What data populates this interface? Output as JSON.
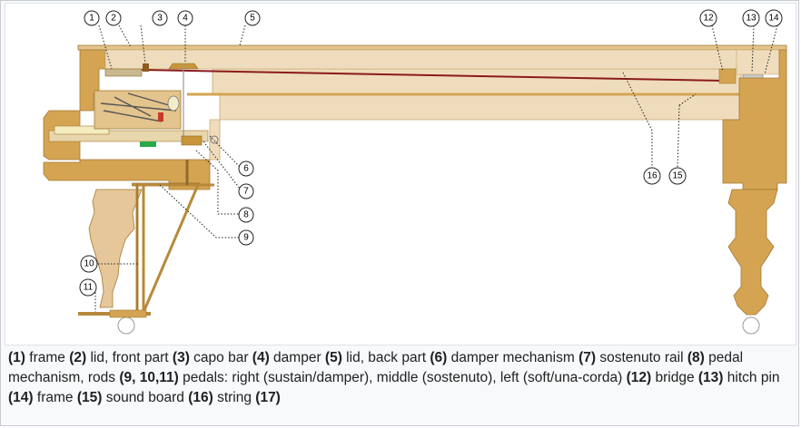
{
  "markers": [
    "1",
    "2",
    "3",
    "4",
    "5",
    "6",
    "7",
    "8",
    "9",
    "10",
    "11",
    "12",
    "13",
    "14",
    "15",
    "16"
  ],
  "caption": [
    {
      "num": "(1)",
      "text": " frame "
    },
    {
      "num": "(2)",
      "text": " lid, front part "
    },
    {
      "num": "(3)",
      "text": " capo bar "
    },
    {
      "num": "(4)",
      "text": " damper "
    },
    {
      "num": "(5)",
      "text": " lid, back part "
    },
    {
      "num": "(6)",
      "text": " damper mechanism "
    },
    {
      "num": "(7)",
      "text": " sostenuto rail "
    },
    {
      "num": "(8)",
      "text": " pedal mechanism, rods "
    },
    {
      "num": "(9, 10,11)",
      "text": " pedals: right (sustain/damper), middle (sostenuto), left (soft/una-corda) "
    },
    {
      "num": "(12)",
      "text": " bridge "
    },
    {
      "num": "(13)",
      "text": " hitch pin "
    },
    {
      "num": "(14)",
      "text": " frame "
    },
    {
      "num": "(15)",
      "text": " sound board "
    },
    {
      "num": "(16)",
      "text": " string "
    },
    {
      "num": "(17)",
      "text": ""
    }
  ],
  "colors": {
    "wood": "#d4a452",
    "wood_dark": "#b8893a",
    "panel": "#efdcbc",
    "string": "#8b1a1a",
    "felt": "#2aa84a"
  }
}
